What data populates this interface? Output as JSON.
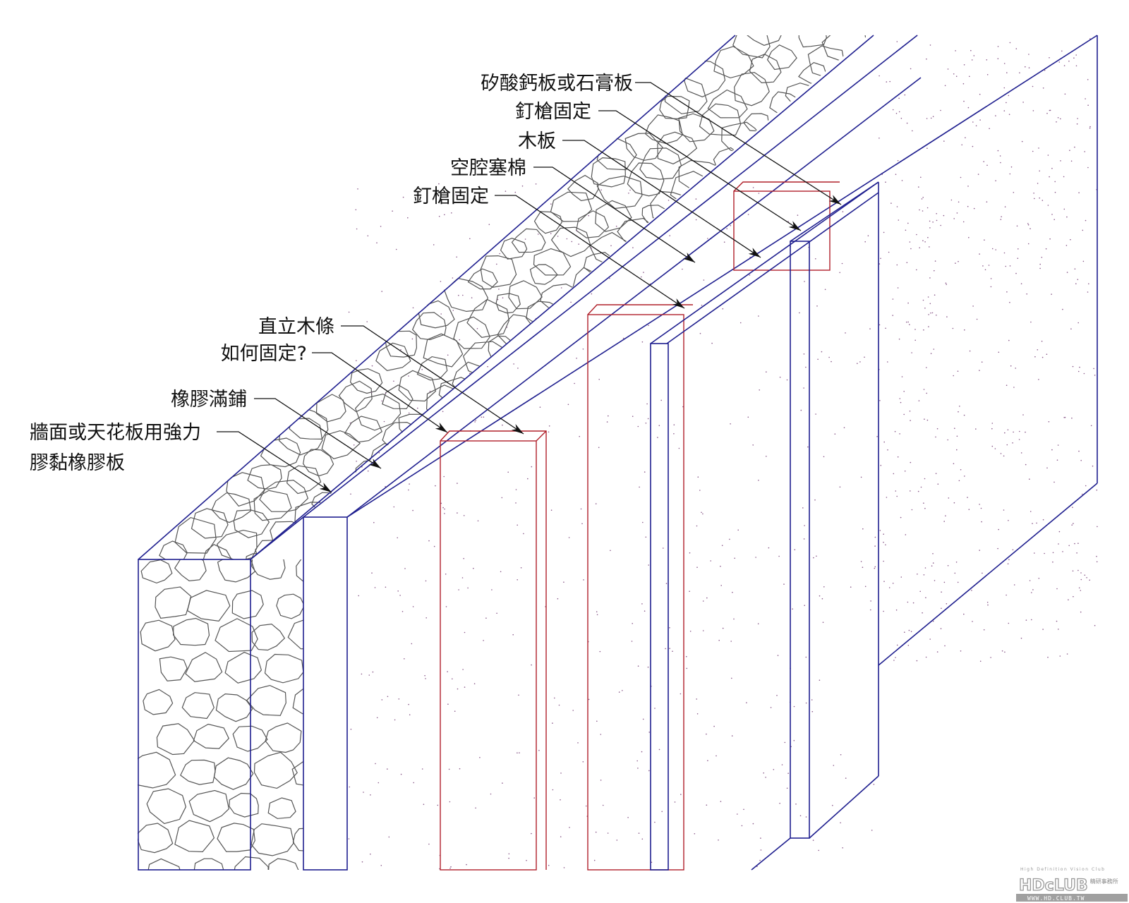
{
  "title": "Wall / ceiling rubber board installation isometric detail",
  "colors": {
    "outline": "#1f1f8f",
    "wood_strip": "#b0202a",
    "leader": "#111111",
    "stone_fill_lines": "#555555"
  },
  "labels": [
    {
      "id": "calcium-silicate-board",
      "text": "矽酸鈣板或石膏板"
    },
    {
      "id": "nail-gun-fix-1",
      "text": "釘槍固定"
    },
    {
      "id": "wood-board",
      "text": "木板"
    },
    {
      "id": "cavity-insulation",
      "text": "空腔塞棉"
    },
    {
      "id": "nail-gun-fix-2",
      "text": "釘槍固定"
    },
    {
      "id": "vertical-wood-strip",
      "text": "直立木條"
    },
    {
      "id": "how-to-fix",
      "text": "如何固定?"
    },
    {
      "id": "full-rubber-layer",
      "text": "橡膠滿鋪"
    },
    {
      "id": "strong-adhesive-line1",
      "text": "牆面或天花板用強力"
    },
    {
      "id": "strong-adhesive-line2",
      "text": "膠黏橡膠板"
    }
  ],
  "watermark": {
    "tagline": "High Definition Vision Club",
    "logo": "HDcLUB",
    "chinese": "精研事務所",
    "url": "WWW.HD.CLUB.TW"
  }
}
